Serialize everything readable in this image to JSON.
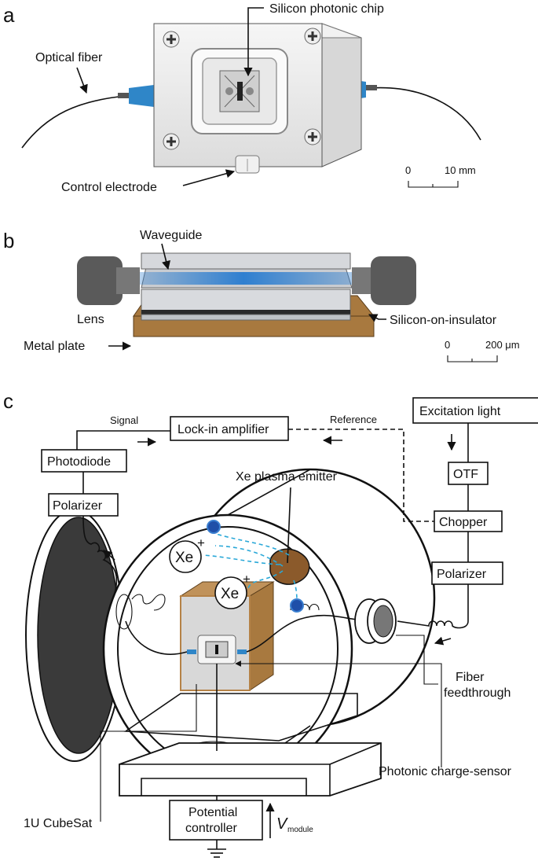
{
  "panels": {
    "a": {
      "letter": "a",
      "chip_label": "Silicon photonic chip",
      "fiber_label": "Optical fiber",
      "electrode_label": "Control electrode",
      "scale_zero": "0",
      "scale_value": "10 mm"
    },
    "b": {
      "letter": "b",
      "waveguide_label": "Waveguide",
      "lens_label": "Lens",
      "soi_label": "Silicon-on-insulator",
      "plate_label": "Metal plate",
      "scale_zero": "0",
      "scale_value": "200 μm"
    },
    "c": {
      "letter": "c",
      "signal_label": "Signal",
      "lockin_label": "Lock-in amplifier",
      "reference_label": "Reference",
      "excitation_label": "Excitation light",
      "photodiode_label": "Photodiode",
      "polarizer_left_label": "Polarizer",
      "otf_label": "OTF",
      "xe_emitter_label": "Xe plasma emitter",
      "chopper_label": "Chopper",
      "polarizer_right_label": "Polarizer",
      "xe_ion_symbol": "Xe",
      "ion_charge": "+",
      "feedthrough_line1": "Fiber",
      "feedthrough_line2": "feedthrough",
      "sensor_label": "Photonic charge-sensor",
      "cubesat_label": "1U CubeSat",
      "potential_line1": "Potential",
      "potential_line2": "controller",
      "v_symbol": "V",
      "v_subscript": "module"
    }
  },
  "colors": {
    "fiber_connector_blue": "#2f86c8",
    "waveguide_blue": "#2f7fd0",
    "metal_plate_brown": "#a8793f",
    "emitter_brown": "#8b5a2b",
    "electron_blue": "#1f4fa8",
    "lens_gray": "#5a5a5a",
    "window_dark": "#3a3a3a"
  }
}
